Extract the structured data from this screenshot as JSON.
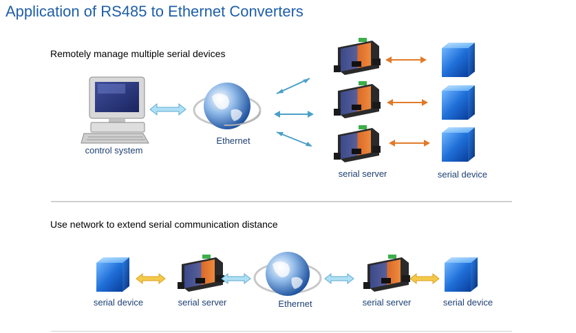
{
  "title": "Application of RS485 to Ethernet Converters",
  "section1": {
    "heading": "Remotely manage multiple serial devices",
    "labels": {
      "control": "control system",
      "ethernet": "Ethernet",
      "server": "serial server",
      "device": "serial device"
    }
  },
  "section2": {
    "heading": "Use network to extend serial communication distance",
    "labels": {
      "device_left": "serial device",
      "server_left": "serial server",
      "ethernet": "Ethernet",
      "server_right": "serial server",
      "device_right": "serial device"
    }
  },
  "colors": {
    "title": "#1e5ea8",
    "label": "#1d3f73",
    "arrow_blue": "#4aa0c8",
    "arrow_orange": "#e07a2a",
    "arrow_yellow": "#e9b830",
    "cube": "#1f6fd8"
  },
  "icons": [
    "computer-icon",
    "globe-icon",
    "serial-server-icon",
    "cube-icon"
  ]
}
